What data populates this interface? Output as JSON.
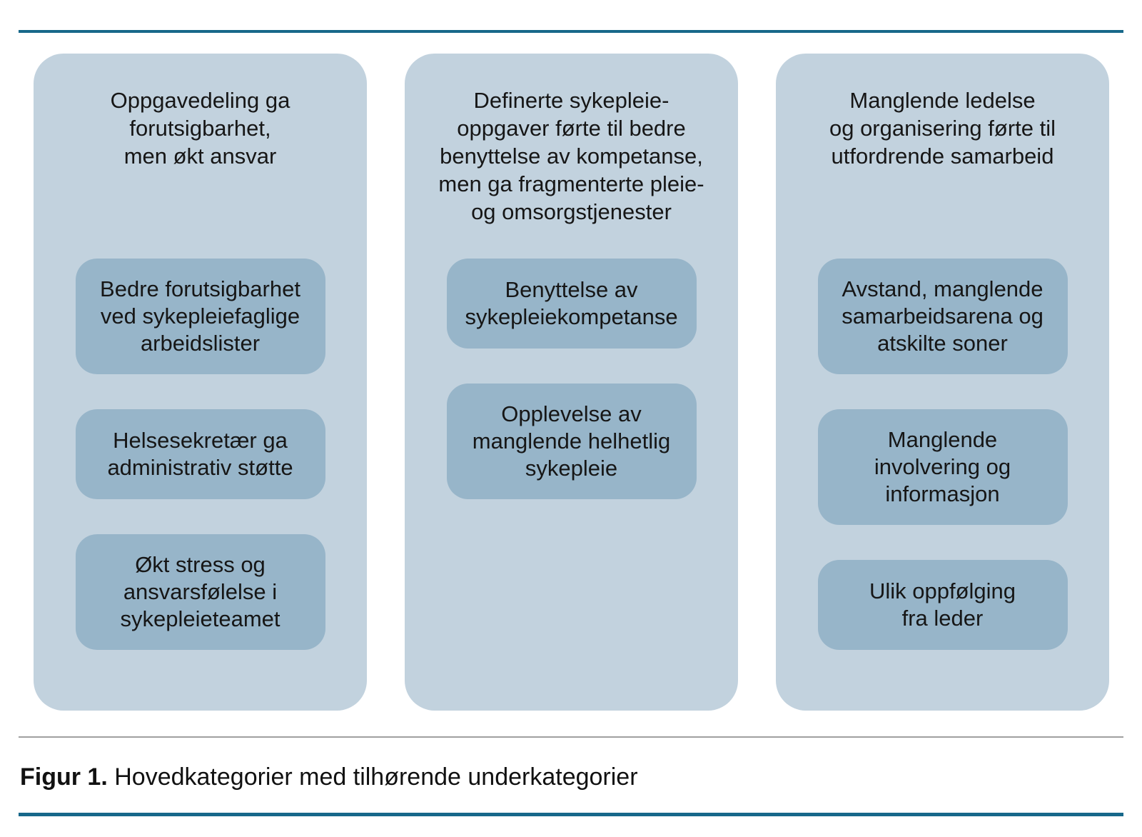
{
  "figure": {
    "columns": [
      {
        "heading": "Oppgavedeling ga\nforutsigbarhet,\nmen økt ansvar",
        "boxes": [
          "Bedre forutsigbarhet\nved sykepleiefaglige\narbeidslister",
          "Helsesekretær ga\nadministrativ støtte",
          "Økt stress og\nansvarsfølelse i\nsykepleieteamet"
        ]
      },
      {
        "heading": "Definerte sykepleie-\noppgaver førte til bedre\nbenyttelse av kompetanse,\nmen ga fragmenterte pleie-\nog omsorgstjenester",
        "boxes": [
          "Benyttelse av\nsykepleiekompetanse",
          "Opplevelse av\nmanglende helhetlig\nsykepleie"
        ]
      },
      {
        "heading": "Manglende ledelse\nog organisering førte til\nutfordrende samarbeid",
        "boxes": [
          "Avstand, manglende\nsamarbeidsarena og\natskilte soner",
          "Manglende\ninvolvering og\ninformasjon",
          "Ulik oppfølging\nfra leder"
        ]
      }
    ],
    "caption": {
      "label": "Figur 1.",
      "text": " Hovedkategorier med tilhørende underkategorier"
    },
    "colors": {
      "accent": "#17688a",
      "column_bg": "#c2d2de",
      "box_bg": "#97b5c9",
      "divider": "#a0a0a0",
      "text": "#161616"
    }
  }
}
